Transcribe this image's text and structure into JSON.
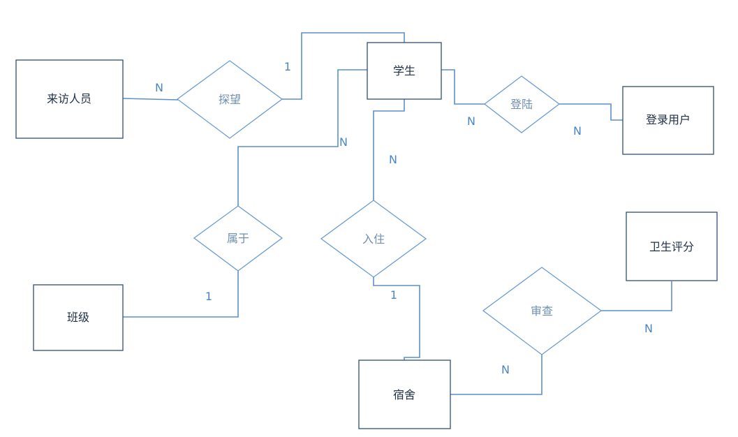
{
  "entities": {
    "visitor": "来访人员",
    "student": "学生",
    "login_user": "登录用户",
    "class": "班级",
    "dorm": "宿舍",
    "hygiene_score": "卫生评分"
  },
  "relationships": {
    "visit": "探望",
    "login": "登陆",
    "belong": "属于",
    "live_in": "入住",
    "review": "审查"
  },
  "cardinalities": {
    "visit_visitor": "N",
    "visit_student": "1",
    "login_student": "N",
    "login_user": "N",
    "belong_student": "N",
    "belong_class": "1",
    "live_student": "N",
    "live_dorm": "1",
    "review_dorm": "N",
    "review_hygiene": "N"
  },
  "colors": {
    "entity_stroke": "#2f4f6f",
    "relationship_stroke": "#6a9bd1",
    "connector": "#5b8fc8",
    "cardinality_text": "#4a86c5"
  }
}
